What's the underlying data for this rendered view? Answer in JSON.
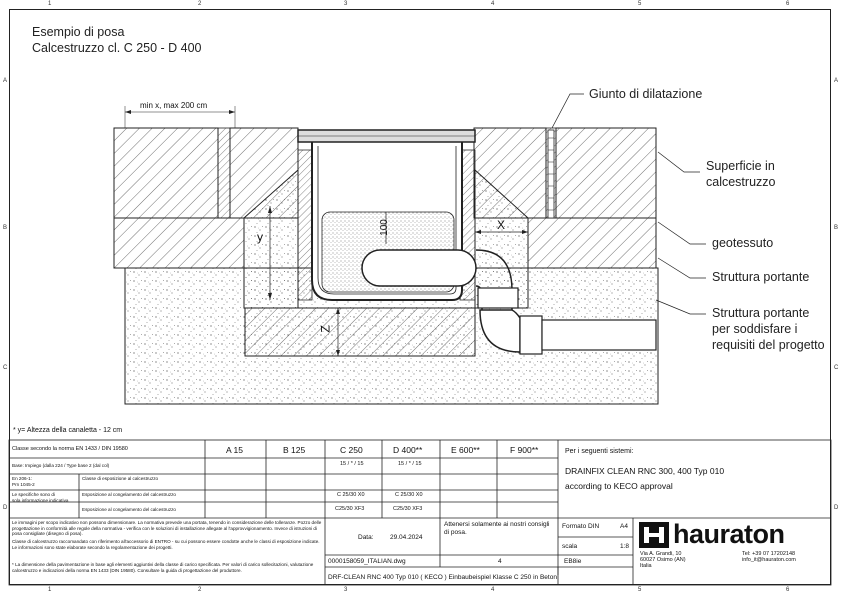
{
  "title": {
    "line1": "Esempio di posa",
    "line2": "Calcestruzzo cl. C 250 - D 400"
  },
  "ruler": {
    "top": [
      "1",
      "2",
      "3",
      "4",
      "5",
      "6"
    ],
    "side": [
      "A",
      "B",
      "C",
      "D"
    ]
  },
  "dimensions": {
    "top_width": "min x, max 200 cm",
    "x": "X",
    "y": "y",
    "z": "Z",
    "h100": "100"
  },
  "callouts": {
    "joint": "Giunto di dilatazione",
    "surface_line1": "Superficie in",
    "surface_line2": "calcestruzzo",
    "geotextile": "geotessuto",
    "support": "Struttura portante",
    "support2_line1": "Struttura portante",
    "support2_line2": "per soddisfare i",
    "support2_line3": "requisiti del progetto"
  },
  "footnote": "* y= Altezza della canaletta - 12 cm",
  "table": {
    "header_label": "Classe secondo la norma EN 1433 / DIN 19580",
    "classes": [
      "A 15",
      "B 125",
      "C 250",
      "D 400**",
      "E 600**",
      "F 900**"
    ],
    "row2_label": "Base: Impiego (dalla 224 / Type base 2 (dal col)",
    "row2_c250": "15 / * / 15",
    "row2_d400": "15 / * / 15",
    "row3_label_left": "En 206-1:\nPrn 1045-2",
    "row3_label_right": "Classe di esposizione al calcestruzzo",
    "row4_label_left": "Le specifiche sono di\nsola informazione indicativa",
    "row4_label_right": "Esposizione al congelamento del calcestruzzo",
    "row4_c250": "C 25/30 X0",
    "row4_d400": "C 25/30 X0",
    "row5_label": "Esposizione al congelamento del calcestruzzo",
    "row5_c250": "C25/30 XF3",
    "row5_d400": "C25/30 XF3",
    "systems_title": "Per i seguenti sistemi:",
    "systems_line1": "DRAINFIX CLEAN RNC 300, 400 Typ 010",
    "systems_line2": "according to KECO approval"
  },
  "notes": {
    "n1": "Le immagini per scopo indicativo non possono dimensionare. La normativa prevede una portata, tenendo in considerazione delle tolleranze. Pozzo delle progettazione in conformità alle regole della normativa - verifica con le soluzioni di installazione allegate al l'approvvigionamento. Invece di istruzioni di posa consigliate (disegno di posa).",
    "n2": "Classe di calcestruzzo raccomandato con riferimento all'accessorio di ENTRO - su cui possono essere condotte anche le classi di esposizione indicate. Le informazioni sono state elaborate secondo la regolamentazione dei progetti.",
    "n3": "* La dimensione della pavimentazione in base agli elementi aggiuntivi della classe di carico specificata. Per valori di carico sollecitazioni, valutazione calcestruzzo e indicazioni della norma EN 1433 (DIN 19580). Consultare la guida di progettazione del produttore."
  },
  "footer": {
    "date_label": "Data:",
    "date_value": "29.04.2024",
    "attention": "Attenersi solamente ai nostri consigli di posa.",
    "format_label": "Formato DIN",
    "format_value": "A4",
    "scale_label": "scala",
    "scale_value": "1:8",
    "code": "EB8ie",
    "filename": "0000158059_ITALIAN.dwg",
    "sheet": "4",
    "description": "DRF-CLEAN RNC 400 Typ 010 ( KECO ) Einbaubeispiel Klasse C 250 in Beton"
  },
  "company": {
    "logo": "hauraton",
    "address_line1": "Via A. Grandi, 10",
    "address_line2": "60027 Osimo (AN)",
    "address_line3": "Italia",
    "phone": "Tel: +39 07 17202148",
    "email": "info_it@hauraton.com"
  },
  "colors": {
    "line": "#222222",
    "concrete_fill": "#ffffff",
    "hatch": "#333333"
  }
}
